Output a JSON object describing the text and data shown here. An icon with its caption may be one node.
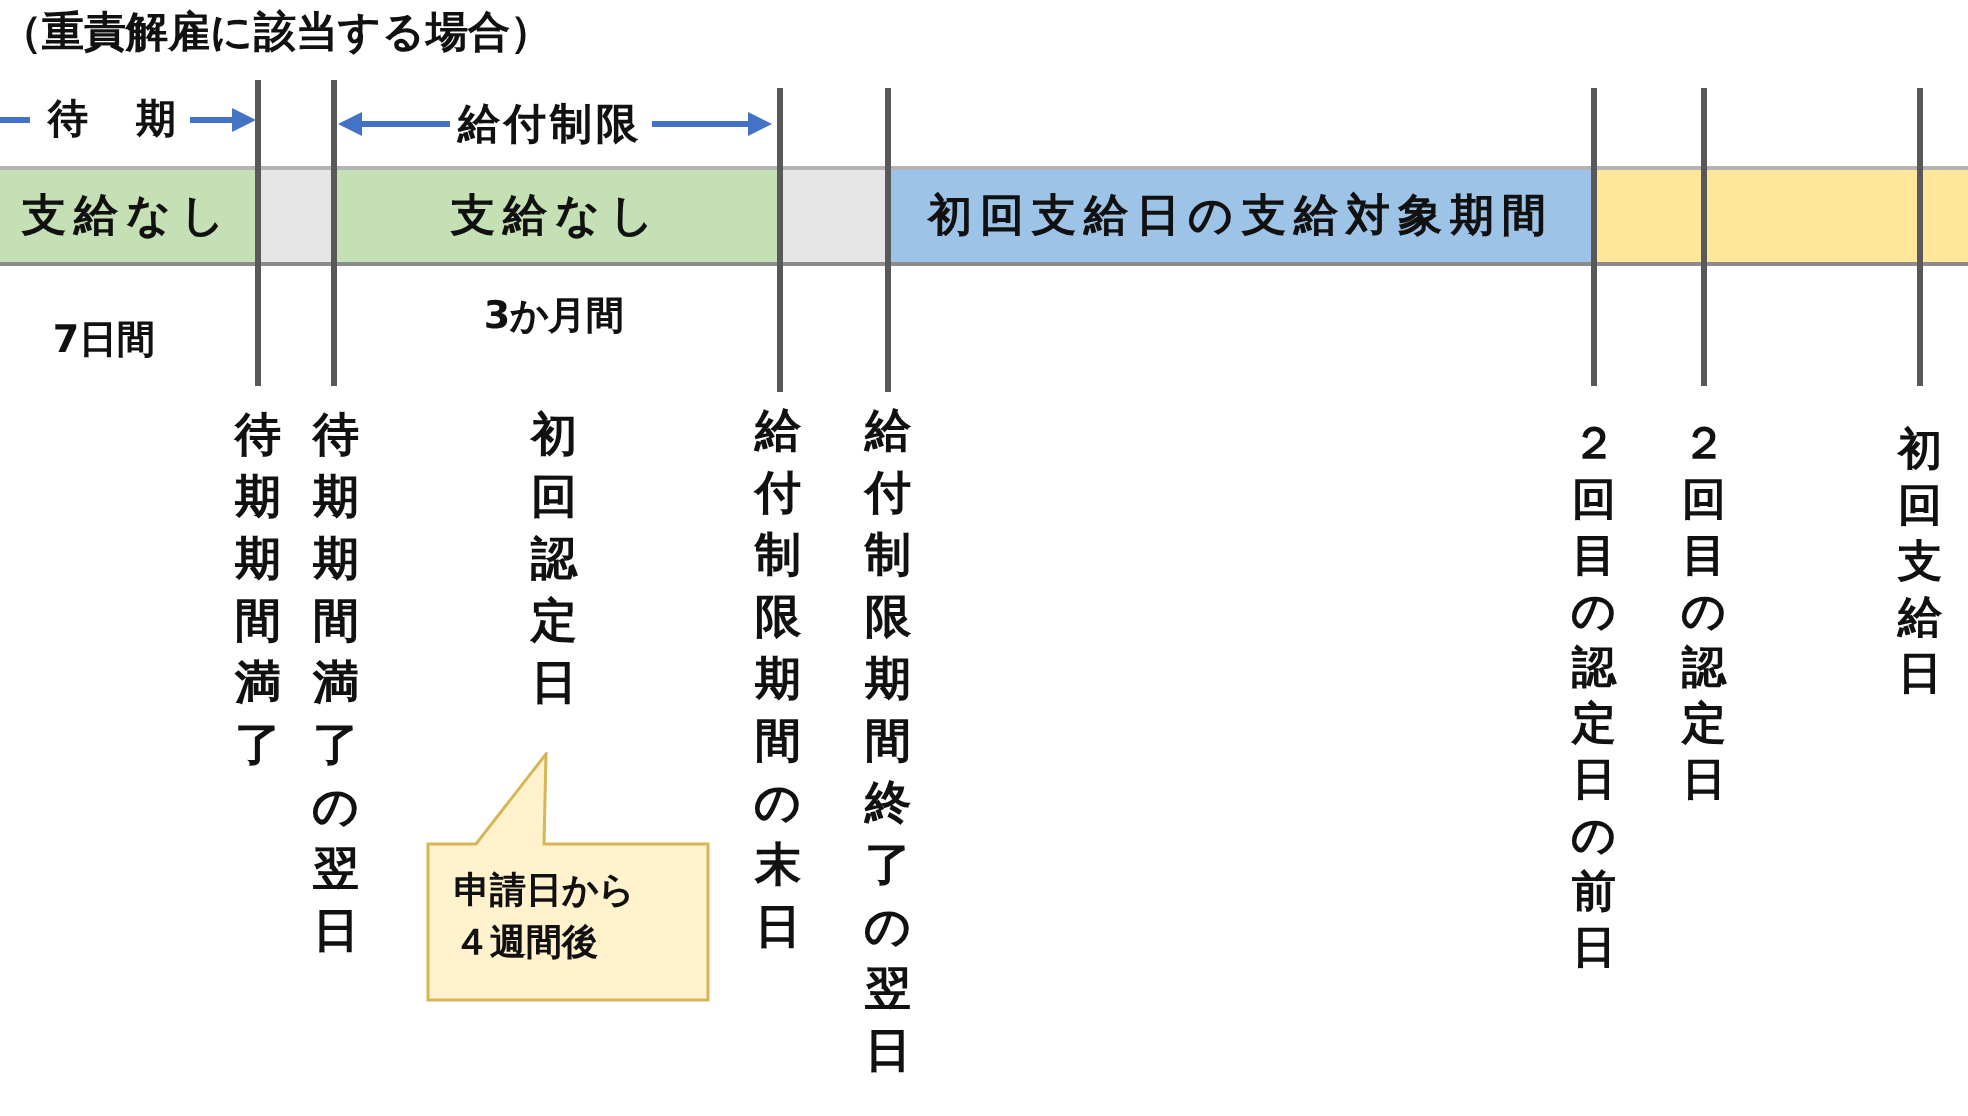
{
  "diagram": {
    "title": "（重責解雇に該当する場合）",
    "nodes": [
      {
        "text": [
          "支給なし"
        ],
        "beside": [
          "7日間"
        ]
      },
      {
        "text": [],
        "shape": "bar"
      },
      {
        "text": [
          "支給なし"
        ],
        "beside": [
          "3か月間"
        ]
      },
      {
        "text": [],
        "shape": "bar"
      },
      {
        "text": [
          "初回支給日の支給対象期間"
        ]
      },
      {
        "text": [],
        "shape": "bar"
      },
      {
        "text": [
          "申請日から４週間後"
        ]
      }
    ],
    "labels": [
      "待　期",
      "給付制限",
      "待期期間満了",
      "待期期間満了の翌日",
      "初回認定日",
      "給付制限期間の末日",
      "給付制限期間終了の翌日",
      "２回目の認定日の前日",
      "２回目の認定日",
      "初回支給日"
    ]
  }
}
